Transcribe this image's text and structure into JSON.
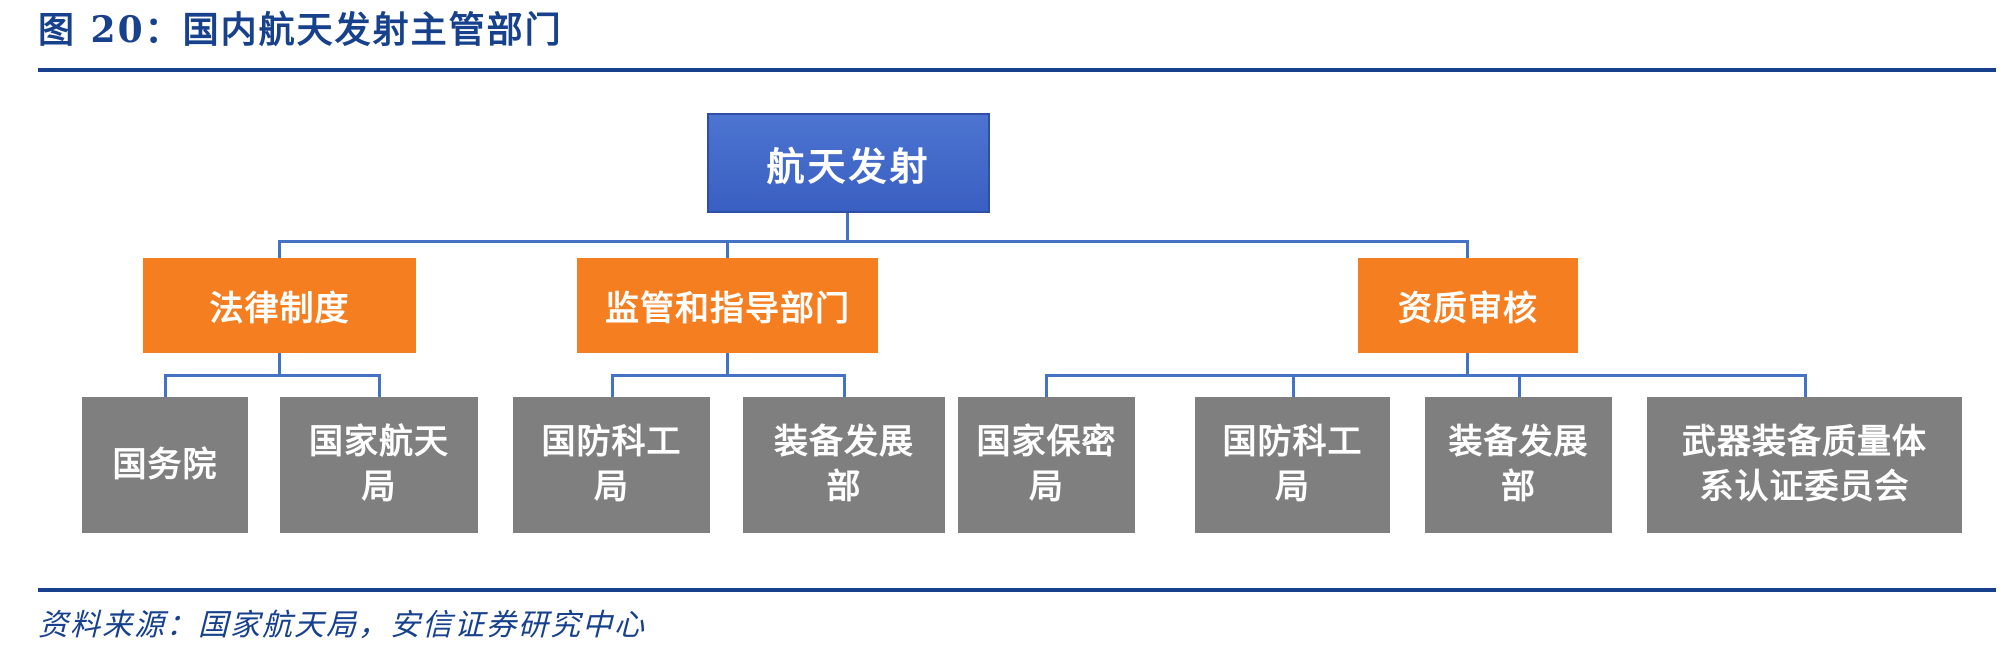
{
  "figure": {
    "title": "图 20：国内航天发射主管部门",
    "source": "资料来源：国家航天局，安信证券研究中心"
  },
  "colors": {
    "title_navy": "#17418C",
    "connector_blue": "#4472C4",
    "root_fill": "#3F66C8",
    "root_border": "#2E4FA6",
    "branch_fill": "#F57E20",
    "leaf_fill": "#7F7F7F",
    "node_text": "#FFFFFF"
  },
  "tree": {
    "root": {
      "label": "航天发射"
    },
    "branches": [
      {
        "label": "法律制度",
        "children": [
          "国务院",
          "国家航天局"
        ]
      },
      {
        "label": "监管和指导部门",
        "children": [
          "国防科工局",
          "装备发展部"
        ]
      },
      {
        "label": "资质审核",
        "children": [
          "国家保密局",
          "国防科工局",
          "装备发展部",
          "武器装备质量体系认证委员会"
        ]
      }
    ]
  }
}
